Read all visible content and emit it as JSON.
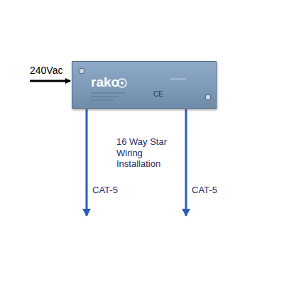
{
  "diagram": {
    "nodes": [
      {
        "text": [
          "rako",
          "CE"
        ]
      }
    ],
    "labels": [
      "240Vac",
      "16 Way Star Wiring Installation",
      "CAT-5",
      "CAT-5"
    ]
  }
}
